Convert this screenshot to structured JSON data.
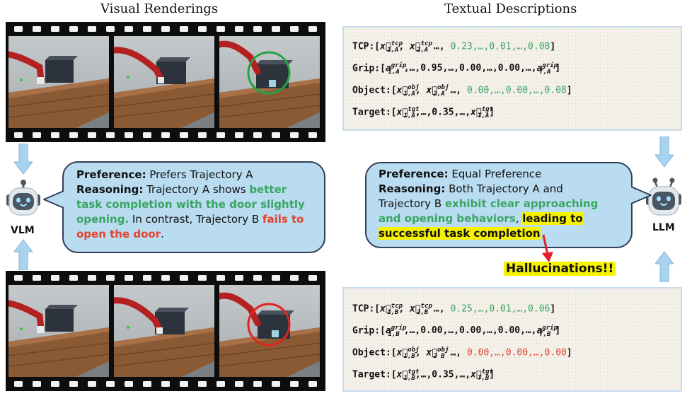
{
  "headings": {
    "left": "Visual Renderings",
    "right": "Textual Descriptions"
  },
  "vlm": {
    "label": "VLM",
    "preference_key": "Preference:",
    "preference_value": " Prefers Trajectory A",
    "reasoning_key": "Reasoning:",
    "line1_plain": " Trajectory A shows ",
    "line1_green": "better",
    "line2_green": "task completion with the door slightly",
    "line3_green": "opening.",
    "line3_plain": " In contrast, Trajectory B ",
    "line3_red": "fails to",
    "line4_red": "open the door",
    "line4_plain": "."
  },
  "llm": {
    "label": "LLM",
    "preference_key": "Preference:",
    "preference_value": " Equal Preference",
    "reasoning_key": "Reasoning:",
    "line1_plain": " Both Trajectory A and",
    "line2_plain": "Trajectory B ",
    "line2_green": "exhibit clear approaching",
    "line3_green": "and opening behaviors",
    "line3_plain": ", ",
    "line3_hl": "leading to",
    "line4_hl": "successful task completion"
  },
  "hallucination_label": "Hallucinations!!",
  "trajectory_a": {
    "tcp": {
      "prefix": "TCP:[",
      "v1": "x⃗",
      "s1": "tcp",
      "b1": "1,A",
      "mid": ", ",
      "v2": "x⃗",
      "s2": "tcp",
      "b2": "2,A",
      "plain": " …, ",
      "colored": "0.23,…,0.01,…,0.08",
      "suffix": "]"
    },
    "grip": {
      "prefix": "Grip:[",
      "v1": "a",
      "s1": "grip",
      "b1": "1,A",
      "plain": ",…,0.95,…,0.00,…,0.00,…,",
      "v3": "a",
      "s3": "grip",
      "b3": "T,A",
      "suffix": "]"
    },
    "object": {
      "prefix": "Object:[",
      "v1": "x⃗",
      "s1": "obj",
      "b1": "1,A",
      "mid": ", ",
      "v2": "x⃗",
      "s2": "obj",
      "b2": "2,A",
      "plain": " …, ",
      "colored": "0.00,…,0.00,…,0.08",
      "suffix": "]"
    },
    "target": {
      "prefix": "Target:[",
      "v1": "x⃗",
      "s1": "tgt",
      "b1": "1,A",
      "plain": ",…,0.35,…,",
      "v3": "x⃗",
      "s3": "tgt",
      "b3": "T,A",
      "suffix": "]"
    }
  },
  "trajectory_b": {
    "tcp": {
      "prefix": "TCP:[",
      "v1": "x⃗",
      "s1": "tcp",
      "b1": "1,B",
      "mid": ", ",
      "v2": "x⃗",
      "s2": "tcp",
      "b2": "2,B",
      "plain": " …, ",
      "colored": "0.25,…,0.01,…,0.06",
      "suffix": "]"
    },
    "grip": {
      "prefix": "Grip:[",
      "v1": "a",
      "s1": "grip",
      "b1": "1,B",
      "plain": ",…,0.00,…,0.00,…,0.00,…,",
      "v3": "a",
      "s3": "grip",
      "b3": "T,B",
      "suffix": "]"
    },
    "object": {
      "prefix": "Object:[",
      "v1": "x⃗",
      "s1": "obj",
      "b1": "1,B",
      "mid": ", ",
      "v2": "x⃗",
      "s2": "obj",
      "b2": "2 B",
      "plain": " …, ",
      "colored": "0.00,…,0.00,…,0.00",
      "suffix": "]"
    },
    "target": {
      "prefix": "Target:[",
      "v1": "x⃗",
      "s1": "tgt",
      "b1": "1,B",
      "plain": ",…,0.35,…,",
      "v3": "x⃗",
      "s3": "tgt",
      "b3": "T,B",
      "suffix": "]"
    }
  },
  "colors": {
    "green": "#3aa561",
    "red": "#e2432d",
    "bubble": "#b9dcf1",
    "arrow": "#a9d3ee",
    "highlight": "#f6f200"
  }
}
